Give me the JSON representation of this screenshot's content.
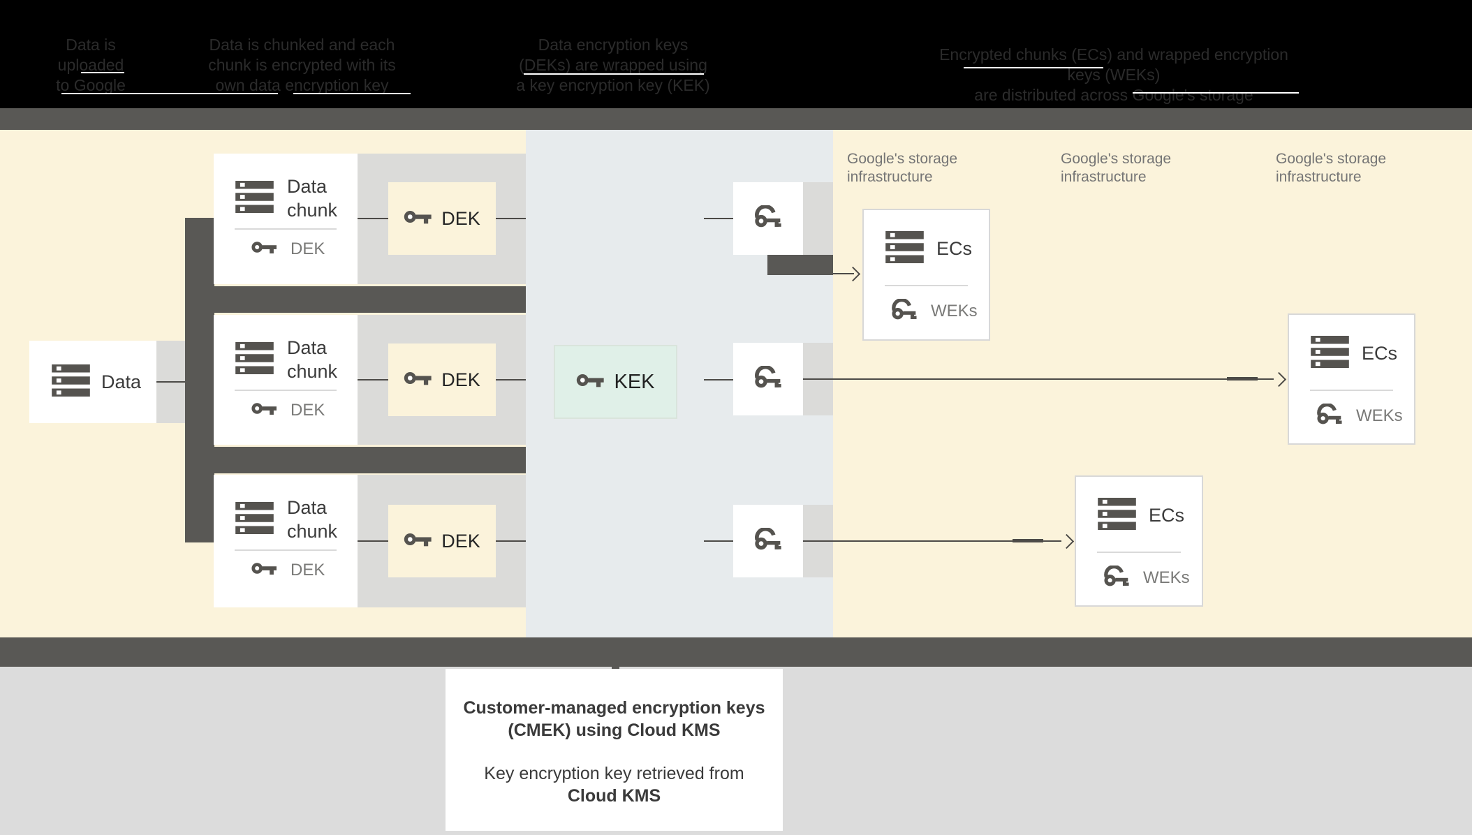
{
  "header": {
    "columns": [
      {
        "lines": [
          "Data is",
          "uploaded",
          "to Google"
        ]
      },
      {
        "lines": [
          "Data is chunked and each",
          "chunk is encrypted with its",
          "own data encryption key"
        ]
      },
      {
        "lines": [
          "Data encryption keys",
          "(DEKs) are wrapped using",
          "a key encryption key (KEK)"
        ]
      },
      {
        "lines": [
          "Encrypted chunks (ECs) and wrapped encryption keys (WEKs)",
          "are distributed across Google's storage infrastructure"
        ]
      }
    ]
  },
  "diagram": {
    "data_box": {
      "label": "Data"
    },
    "cards": [
      {
        "title": "Data chunk",
        "key_label": "DEK"
      },
      {
        "title": "Data chunk",
        "key_label": "DEK"
      },
      {
        "title": "Data chunk",
        "key_label": "DEK"
      }
    ],
    "dek_boxes": [
      {
        "label": "DEK"
      },
      {
        "label": "DEK"
      },
      {
        "label": "DEK"
      }
    ],
    "kek_box": {
      "label": "KEK"
    },
    "storage_labels": [
      {
        "line1": "Google's storage",
        "line2": "infrastructure"
      },
      {
        "line1": "Google's storage",
        "line2": "infrastructure"
      },
      {
        "line1": "Google's storage",
        "line2": "infrastructure"
      }
    ],
    "ec_boxes": [
      {
        "title": "ECs",
        "key_label": "WEKs"
      },
      {
        "title": "ECs",
        "key_label": "WEKs"
      },
      {
        "title": "ECs",
        "key_label": "WEKs"
      }
    ]
  },
  "caption": {
    "para1": "Customer-managed encryption keys (CMEK) using Cloud KMS",
    "para2_text": "Key encryption key retrieved from",
    "para2_bold": "Cloud KMS"
  },
  "colors": {
    "header_bg": "#000000",
    "header_text": "#2B2B2B",
    "dark_gray": "#595855",
    "cream": "#FBF3DB",
    "kms_panel_blue": "#E7EBED",
    "band_gray": "#DBDBD9",
    "kek_green": "#E0F0E8",
    "bottom_bg": "#DCDCDC",
    "line": "#4C4A47",
    "label_gray": "#757575"
  }
}
